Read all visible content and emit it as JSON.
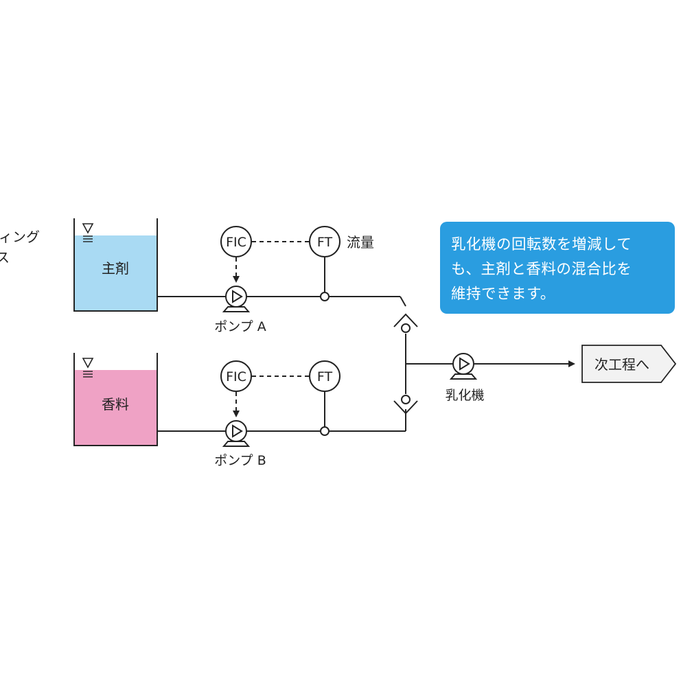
{
  "left_cut_text": [
    "ィング",
    "ス"
  ],
  "tanks": {
    "main": {
      "label": "主剤",
      "color": "#a9daf3"
    },
    "flavor": {
      "label": "香料",
      "color": "#efa2c5"
    }
  },
  "instruments": {
    "fic": "FIC",
    "ft": "FT",
    "flow_label": "流量"
  },
  "pumps": {
    "a": "ポンプ A",
    "b": "ポンプ B",
    "emulsifier": "乳化機"
  },
  "next_step": "次工程へ",
  "callout": {
    "lines": [
      "乳化機の回転数を増減して",
      "も、主剤と香料の混合比を",
      "維持できます。"
    ],
    "color": "#2a9de0"
  }
}
